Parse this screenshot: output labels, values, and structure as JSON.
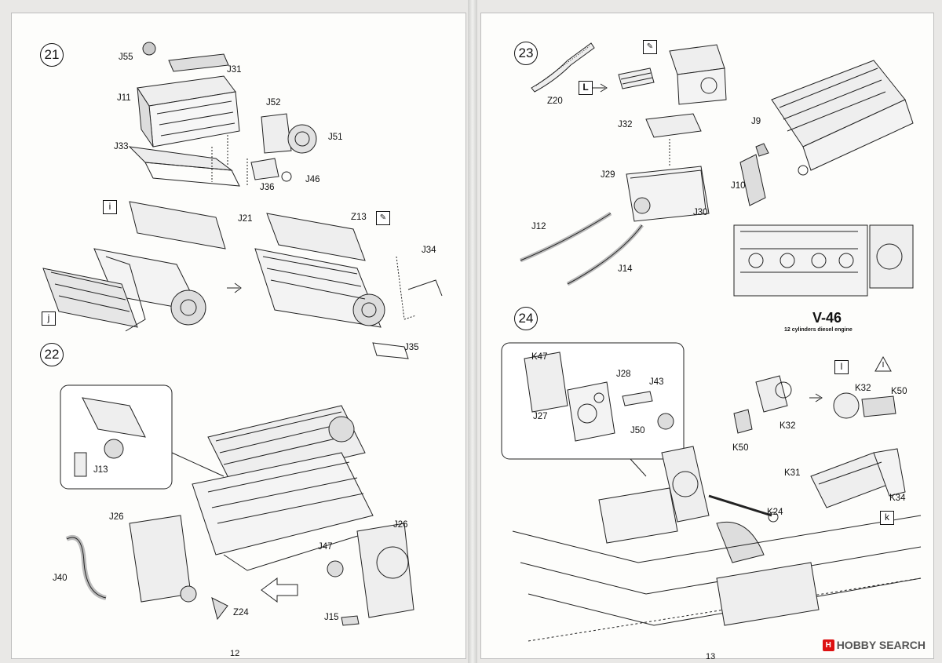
{
  "left_page": {
    "page_number": "12",
    "step21": {
      "number": "21",
      "parts": [
        "J55",
        "J31",
        "J11",
        "J52",
        "J51",
        "J33",
        "J36",
        "J46",
        "J21",
        "Z13",
        "J34",
        "J35"
      ],
      "sub_markers": [
        "i",
        "j"
      ]
    },
    "step22": {
      "number": "22",
      "parts": [
        "J13",
        "J26",
        "J40",
        "Z24",
        "J47",
        "J26",
        "J15"
      ]
    }
  },
  "right_page": {
    "page_number": "13",
    "step23": {
      "number": "23",
      "parts": [
        "Z20",
        "J9",
        "J32",
        "J29",
        "J10",
        "J30",
        "J12",
        "J14"
      ],
      "sub_marker": "L",
      "engine_name": "V-46",
      "engine_caption": "12 cylinders diesel engine"
    },
    "step24": {
      "number": "24",
      "parts": [
        "K47",
        "J28",
        "J43",
        "J27",
        "J50",
        "K32",
        "K50",
        "K32",
        "K50",
        "K31",
        "K34",
        "K24"
      ],
      "sub_markers": [
        "l",
        "k"
      ]
    }
  },
  "watermark": {
    "brand": "HOBBY SEARCH",
    "logo_letter": "H",
    "logo_color": "#dd1111"
  },
  "icons": [
    "glue-icon",
    "caution-icon",
    "arrow-right-icon",
    "arrow-left-icon"
  ]
}
